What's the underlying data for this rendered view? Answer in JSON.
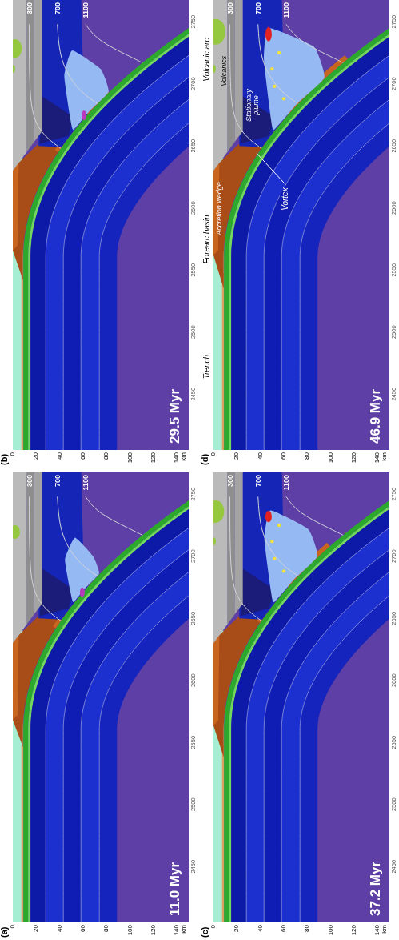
{
  "diagram": {
    "labels": [
      "(a)",
      "0",
      "20",
      "40",
      "60",
      "80",
      "100",
      "120",
      "140",
      "km",
      "2450",
      "2500",
      "2550",
      "2600",
      "2650",
      "2700",
      "2750",
      "11.0 Myr",
      "300",
      "700",
      "1100",
      "(b)",
      "0",
      "20",
      "40",
      "60",
      "80",
      "100",
      "120",
      "140",
      "km",
      "2450",
      "2500",
      "2550",
      "2600",
      "2650",
      "2700",
      "2750",
      "29.5 Myr",
      "300",
      "700",
      "1100",
      "(c)",
      "0",
      "20",
      "40",
      "60",
      "80",
      "100",
      "120",
      "140",
      "km",
      "2450",
      "2500",
      "2550",
      "2600",
      "2650",
      "2700",
      "2750",
      "37.2 Myr",
      "300",
      "700",
      "1100",
      "(d)",
      "0",
      "20",
      "40",
      "60",
      "80",
      "100",
      "120",
      "140",
      "km",
      "2450",
      "2500",
      "2550",
      "2600",
      "2650",
      "2700",
      "2750",
      "46.9 Myr",
      "300",
      "700",
      "1100",
      "Trench",
      "Forearc basin",
      "Accretion wedge",
      "Volcanic arc",
      "Volcanics",
      "Stationary plume",
      "Vortex"
    ]
  }
}
